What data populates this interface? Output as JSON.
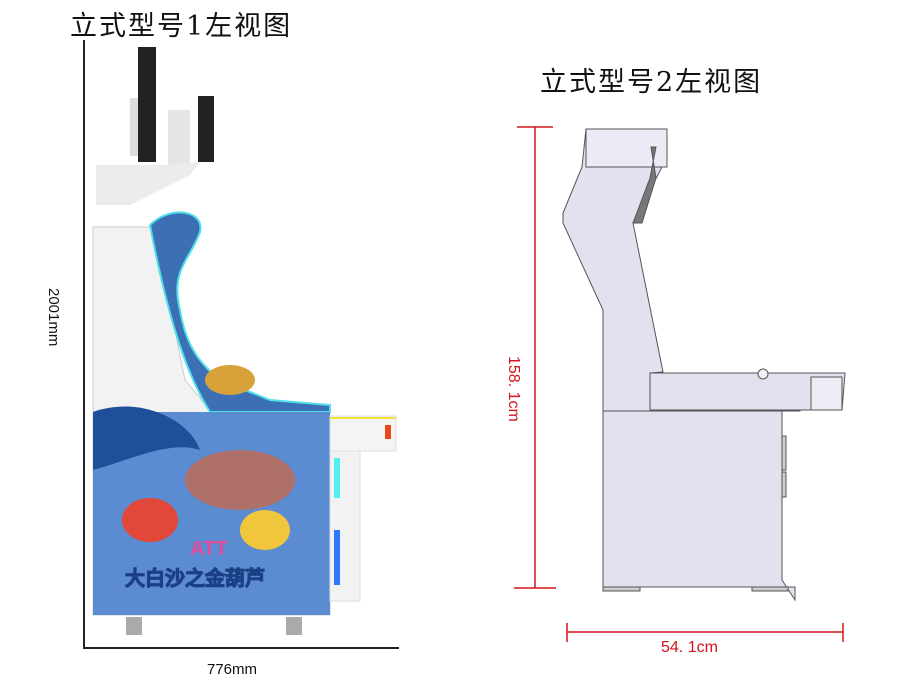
{
  "left_view": {
    "title": "立式型号1左视图",
    "height_label": "2001mm",
    "width_label": "776mm",
    "artwork_logo": {
      "top": "ATT",
      "bottom": "大白沙之金葫芦"
    }
  },
  "right_view": {
    "title": "立式型号2左视图",
    "height_label": "158. 1cm",
    "width_label": "54. 1cm"
  },
  "colors": {
    "dimension_red": "#d4141c",
    "cabinet_fill": "#e3e1ef",
    "art_blue": "#2a5fa8"
  }
}
